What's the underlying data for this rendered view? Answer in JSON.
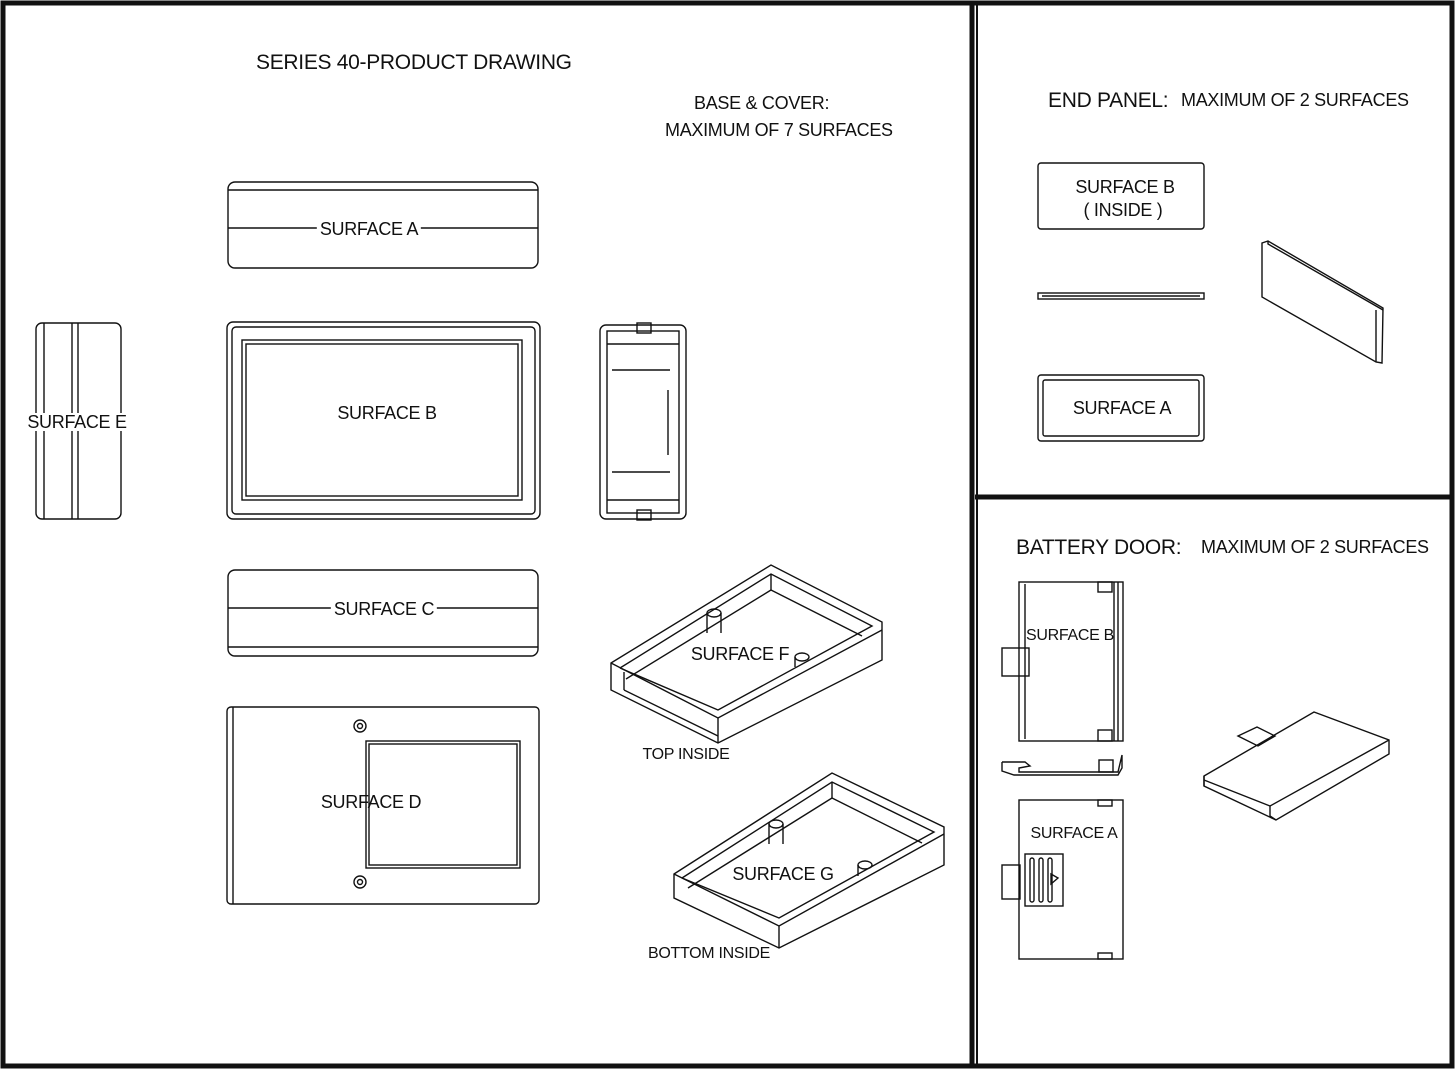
{
  "main": {
    "title": "SERIES 40-PRODUCT DRAWING",
    "base_cover_label": "BASE & COVER:",
    "base_cover_max": "MAXIMUM OF 7 SURFACES",
    "surfaces": {
      "a": "SURFACE A",
      "b": "SURFACE B",
      "c": "SURFACE C",
      "d": "SURFACE D",
      "e": "SURFACE E",
      "f": "SURFACE F",
      "g": "SURFACE G"
    },
    "top_inside": "TOP INSIDE",
    "bottom_inside": "BOTTOM INSIDE"
  },
  "end_panel": {
    "title": "END PANEL:",
    "max": "MAXIMUM OF 2 SURFACES",
    "surface_b": "SURFACE B",
    "surface_b_note": "( INSIDE )",
    "surface_a": "SURFACE A"
  },
  "battery_door": {
    "title": "BATTERY DOOR:",
    "max": "MAXIMUM OF 2 SURFACES",
    "surface_b": "SURFACE B",
    "surface_a": "SURFACE A"
  }
}
